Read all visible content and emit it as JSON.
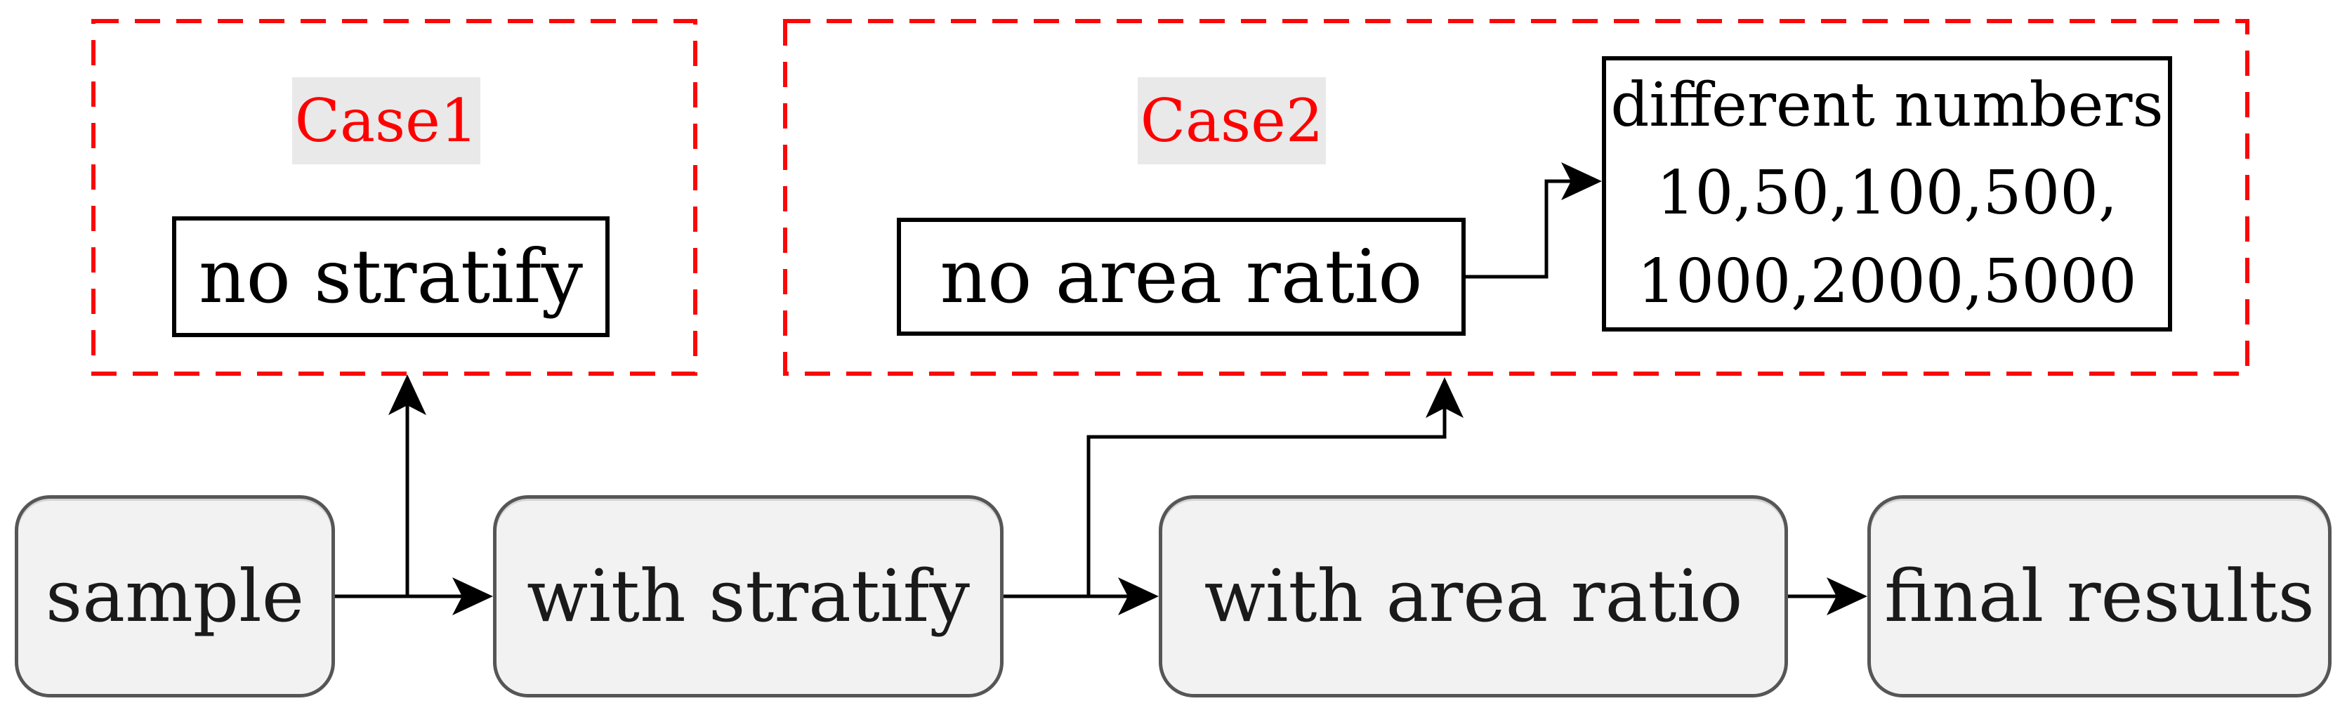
{
  "diagram": {
    "case1": {
      "label": "Case1",
      "node": "no stratify"
    },
    "case2": {
      "label": "Case2",
      "node": "no area ratio",
      "detail_node": {
        "line1": "different numbers",
        "line2": "10,50,100,500,",
        "line3": "1000,2000,5000"
      }
    },
    "flow_nodes": [
      {
        "label": "sample"
      },
      {
        "label": "with stratify"
      },
      {
        "label": "with area ratio"
      },
      {
        "label": "final results"
      }
    ],
    "colors": {
      "case_label_text": "#ff0000",
      "case_label_bg": "#e9e9e9",
      "dashed_border": "#fb0707",
      "plain_node_border": "#000000",
      "flow_node_fill": "#f2f2f2",
      "flow_node_border": "#565656",
      "connector": "#000000"
    }
  }
}
